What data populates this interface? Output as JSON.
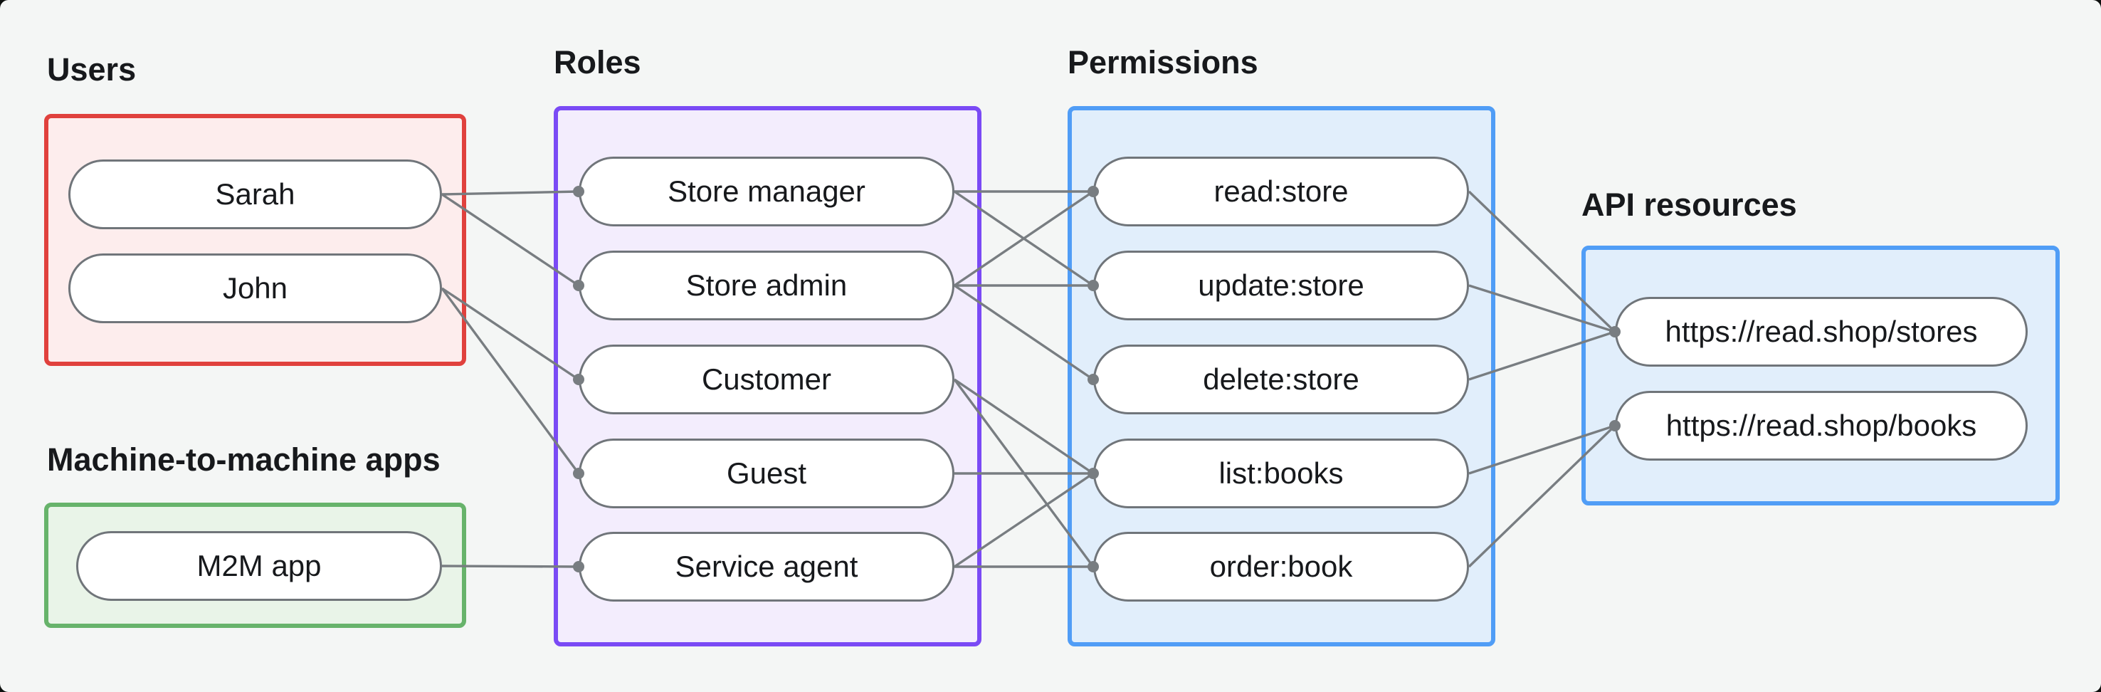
{
  "canvas": {
    "background_color": "#f4f6f5",
    "outside_color": "#0d100e"
  },
  "style": {
    "edge_color": "#787d81",
    "dot_color": "#787d81",
    "node_border_color": "#70757a",
    "node_fill_color": "#ffffff",
    "text_color": "#17191c"
  },
  "groups": [
    {
      "id": "users",
      "label": "Users",
      "border_color": "#e0413d",
      "fill_color": "#fdeded",
      "nodes": [
        "sarah",
        "john"
      ]
    },
    {
      "id": "m2m",
      "label": "Machine-to-machine apps",
      "border_color": "#67b36b",
      "fill_color": "#e9f4e8",
      "nodes": [
        "m2m_app"
      ]
    },
    {
      "id": "roles",
      "label": "Roles",
      "border_color": "#7a4af5",
      "fill_color": "#f3edfd",
      "nodes": [
        "store_manager",
        "store_admin",
        "customer",
        "guest",
        "service_agent"
      ]
    },
    {
      "id": "permissions",
      "label": "Permissions",
      "border_color": "#509df6",
      "fill_color": "#e1eefb",
      "nodes": [
        "read_store",
        "update_store",
        "delete_store",
        "list_books",
        "order_book"
      ]
    },
    {
      "id": "api",
      "label": "API resources",
      "border_color": "#509df6",
      "fill_color": "#e1eefb",
      "nodes": [
        "stores_api",
        "books_api"
      ]
    }
  ],
  "nodes": {
    "sarah": "Sarah",
    "john": "John",
    "m2m_app": "M2M app",
    "store_manager": "Store manager",
    "store_admin": "Store admin",
    "customer": "Customer",
    "guest": "Guest",
    "service_agent": "Service agent",
    "read_store": "read:store",
    "update_store": "update:store",
    "delete_store": "delete:store",
    "list_books": "list:books",
    "order_book": "order:book",
    "stores_api": "https://read.shop/stores",
    "books_api": "https://read.shop/books"
  },
  "edges": [
    [
      "sarah",
      "store_manager"
    ],
    [
      "sarah",
      "store_admin"
    ],
    [
      "john",
      "customer"
    ],
    [
      "john",
      "guest"
    ],
    [
      "m2m_app",
      "service_agent"
    ],
    [
      "store_manager",
      "read_store"
    ],
    [
      "store_manager",
      "update_store"
    ],
    [
      "store_admin",
      "read_store"
    ],
    [
      "store_admin",
      "update_store"
    ],
    [
      "store_admin",
      "delete_store"
    ],
    [
      "customer",
      "list_books"
    ],
    [
      "customer",
      "order_book"
    ],
    [
      "guest",
      "list_books"
    ],
    [
      "service_agent",
      "list_books"
    ],
    [
      "service_agent",
      "order_book"
    ]
  ],
  "resource_edges": [
    [
      "read_store",
      "stores_api"
    ],
    [
      "update_store",
      "stores_api"
    ],
    [
      "delete_store",
      "stores_api"
    ],
    [
      "list_books",
      "books_api"
    ],
    [
      "order_book",
      "books_api"
    ]
  ]
}
